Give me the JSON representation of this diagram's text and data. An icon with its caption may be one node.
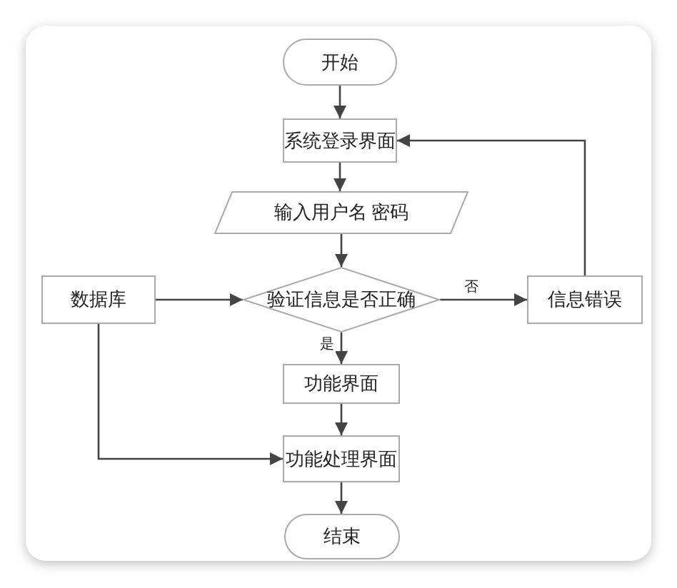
{
  "diagram": {
    "nodes": [
      {
        "text": [
          "开始"
        ]
      },
      {
        "text": [
          "系统登录界面"
        ]
      },
      {
        "text": [
          "输入用户名 密码"
        ]
      },
      {
        "text": [
          "数据库"
        ]
      },
      {
        "text": [
          "验证信息是否正确"
        ]
      },
      {
        "text": [
          "信息错误"
        ]
      },
      {
        "text": [
          "功能界面"
        ]
      },
      {
        "text": [
          "功能处理界面"
        ]
      },
      {
        "text": [
          "结束"
        ]
      }
    ],
    "edges": [
      {
        "from": 0,
        "to": 1,
        "arrow": "to"
      },
      {
        "from": 1,
        "to": 2,
        "arrow": "to"
      },
      {
        "from": 2,
        "to": 4,
        "arrow": "to"
      },
      {
        "from": 3,
        "to": 4,
        "arrow": "to"
      },
      {
        "from": 4,
        "to": 5,
        "label": "否",
        "arrow": "to"
      },
      {
        "from": 5,
        "to": 1,
        "arrow": "to"
      },
      {
        "from": 4,
        "to": 6,
        "label": "是",
        "arrow": "to"
      },
      {
        "from": 6,
        "to": 7,
        "arrow": "to"
      },
      {
        "from": 3,
        "to": 7,
        "arrow": "to"
      },
      {
        "from": 7,
        "to": 8,
        "arrow": "to"
      }
    ]
  }
}
